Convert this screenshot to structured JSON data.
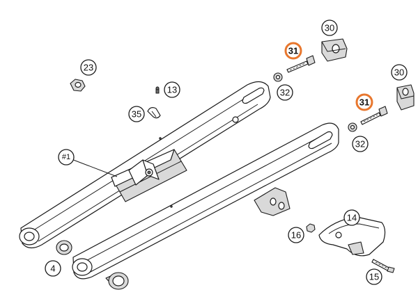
{
  "callouts": [
    {
      "id": "c30a",
      "label": "30",
      "highlight": false
    },
    {
      "id": "c31a",
      "label": "31",
      "highlight": true
    },
    {
      "id": "c32a",
      "label": "32",
      "highlight": false
    },
    {
      "id": "c30b",
      "label": "30",
      "highlight": false
    },
    {
      "id": "c31b",
      "label": "31",
      "highlight": true
    },
    {
      "id": "c32b",
      "label": "32",
      "highlight": false
    },
    {
      "id": "c23",
      "label": "23",
      "highlight": false
    },
    {
      "id": "c13",
      "label": "13",
      "highlight": false
    },
    {
      "id": "c35",
      "label": "35",
      "highlight": false
    },
    {
      "id": "c1",
      "label": "#1",
      "highlight": false
    },
    {
      "id": "c4",
      "label": "4",
      "highlight": false
    },
    {
      "id": "c14",
      "label": "14",
      "highlight": false
    },
    {
      "id": "c16",
      "label": "16",
      "highlight": false
    },
    {
      "id": "c15",
      "label": "15",
      "highlight": false
    }
  ],
  "colors": {
    "callout_ring": "#1a1a1a",
    "highlight_ring": "#e8772e",
    "line": "#1a1a1a"
  }
}
